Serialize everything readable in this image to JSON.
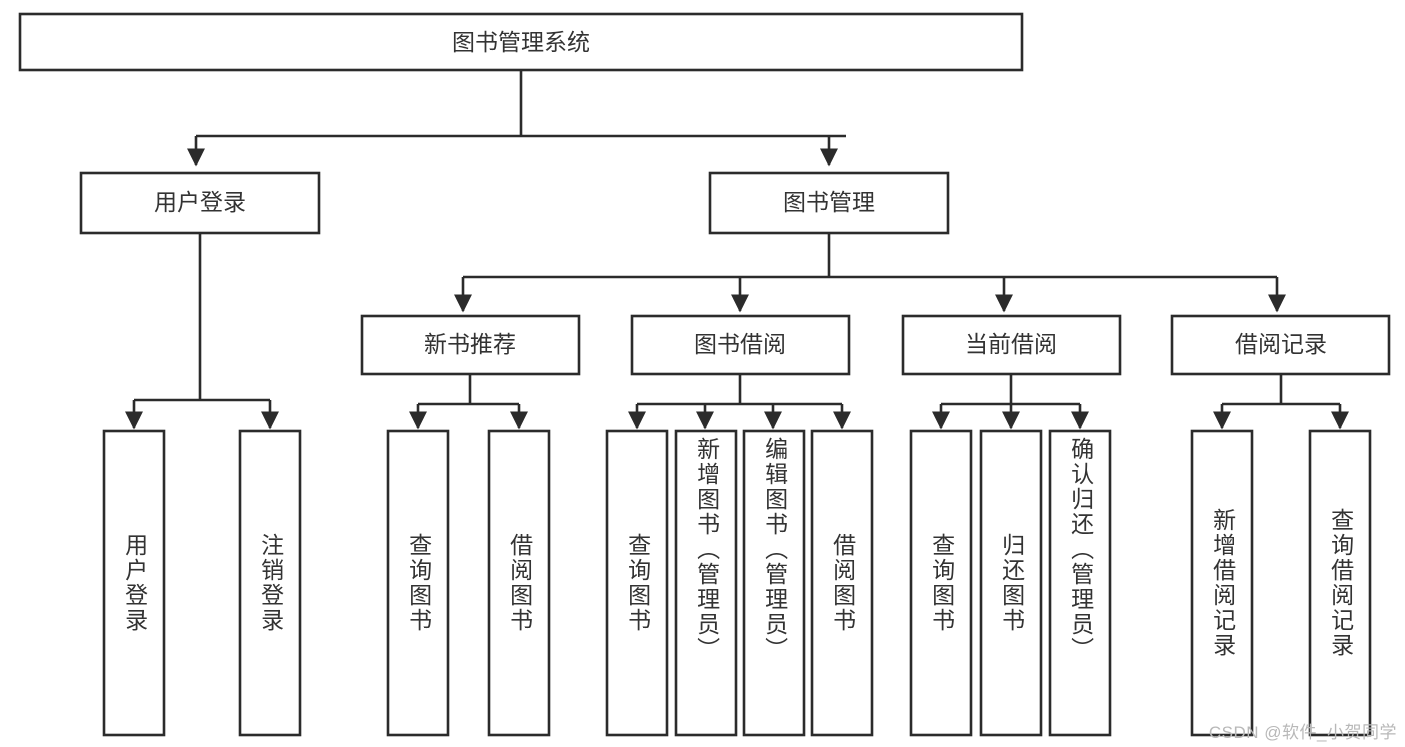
{
  "diagram": {
    "title": "图书管理系统",
    "type": "tree",
    "watermark": "CSDN @软件_小贺同学",
    "colors": {
      "box_stroke": "#2b2b2b",
      "box_fill": "#ffffff",
      "text": "#333333",
      "connector": "#2b2b2b",
      "watermark": "#b8b8b8",
      "background": "#ffffff"
    },
    "root": {
      "label": "图书管理系统"
    },
    "level2": [
      {
        "label": "用户登录"
      },
      {
        "label": "图书管理"
      }
    ],
    "level3": [
      {
        "label": "新书推荐"
      },
      {
        "label": "图书借阅"
      },
      {
        "label": "当前借阅"
      },
      {
        "label": "借阅记录"
      }
    ],
    "leaves": {
      "user_login": [
        {
          "label": "用户登录"
        },
        {
          "label": "注销登录"
        }
      ],
      "new_book_recommend": [
        {
          "label": "查询图书"
        },
        {
          "label": "借阅图书"
        }
      ],
      "book_borrow": [
        {
          "label": "查询图书"
        },
        {
          "label": "新增图书（管理员）"
        },
        {
          "label": "编辑图书（管理员）"
        },
        {
          "label": "借阅图书"
        }
      ],
      "current_borrow": [
        {
          "label": "查询图书"
        },
        {
          "label": "归还图书"
        },
        {
          "label": "确认归还（管理员）"
        }
      ],
      "borrow_record": [
        {
          "label": "新增借阅记录"
        },
        {
          "label": "查询借阅记录"
        }
      ]
    }
  }
}
